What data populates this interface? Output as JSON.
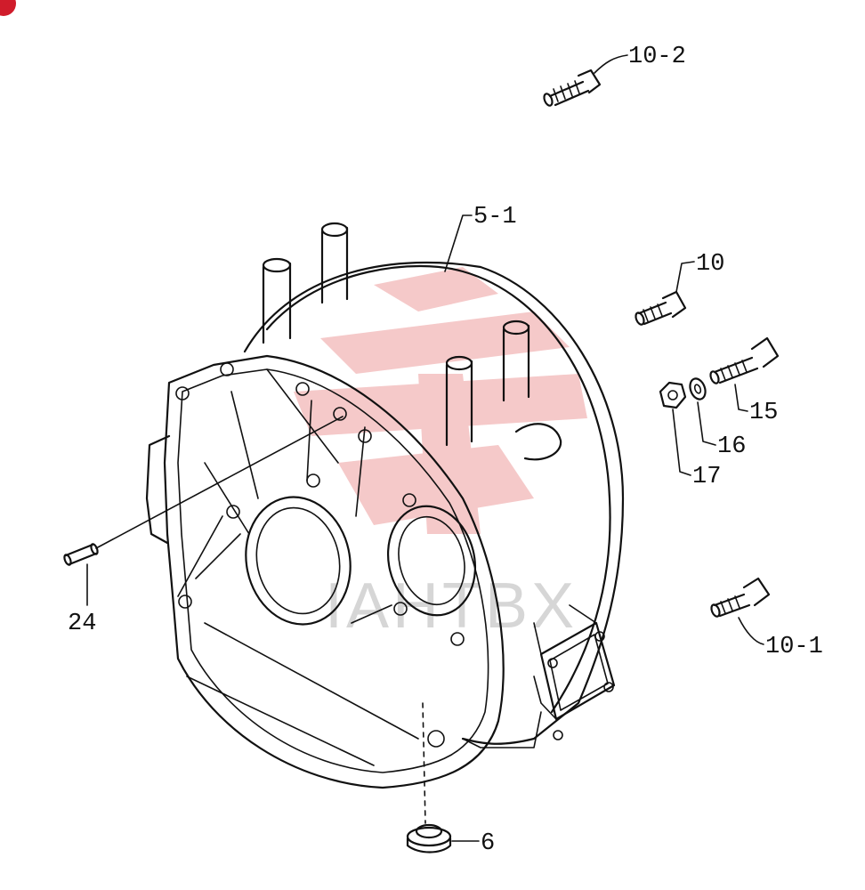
{
  "diagram": {
    "watermark_text": "IAHTBX",
    "colors": {
      "line": "#111111",
      "watermark_red": "#f5c9c9",
      "corner_badge": "#d01c2b"
    },
    "callouts": {
      "c_10_2": "10-2",
      "c_5_1": "5-1",
      "c_10": "10",
      "c_15": "15",
      "c_16": "16",
      "c_17": "17",
      "c_24": "24",
      "c_10_1": "10-1",
      "c_6": "6"
    }
  }
}
